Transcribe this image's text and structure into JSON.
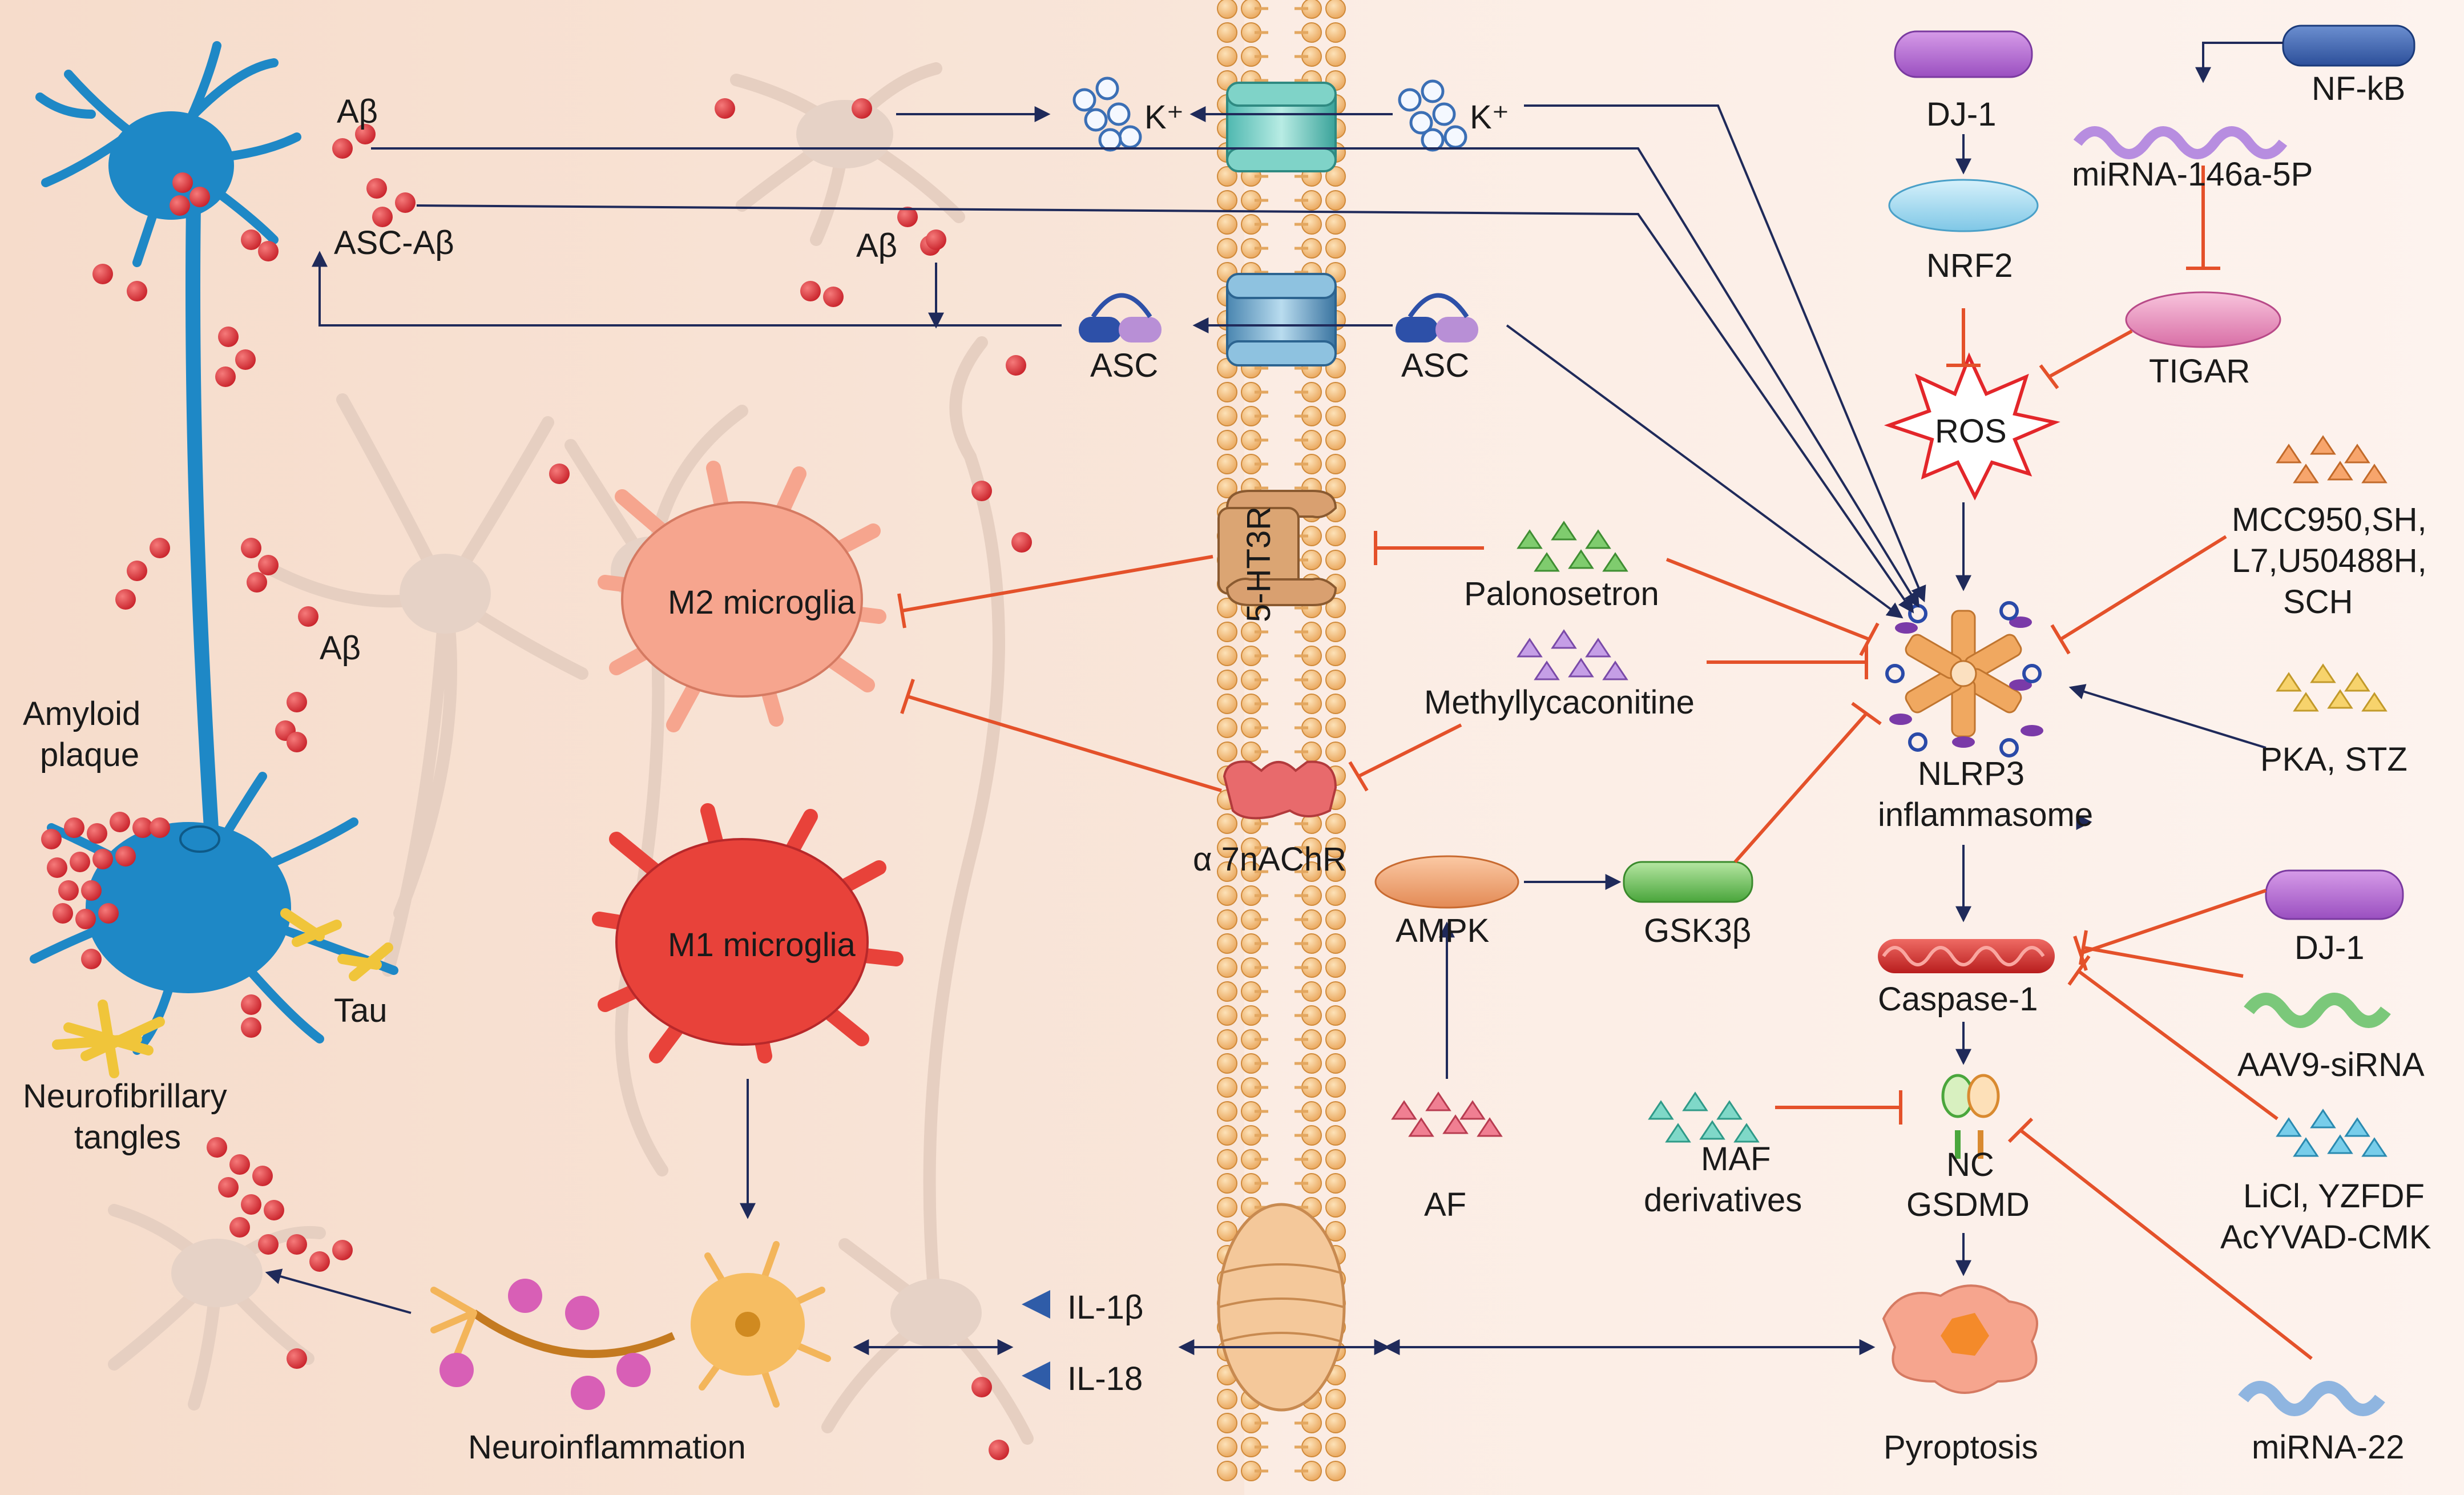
{
  "colors": {
    "background_left": "#f8e2d4",
    "background_right": "#fbeee6",
    "neuron_blue": "#1e88c6",
    "astrocyte_tan": "#e8d2c4",
    "amyloid_red": "#d8343c",
    "membrane_orange": "#f2b56b",
    "activation_arrow": "#1f2a5a",
    "inhibition_line": "#e4512a",
    "m2_microglia": "#f6a58e",
    "m1_microglia": "#e8423a",
    "caspase_red": "#d62f2f",
    "nlrp3_orange": "#f0a860"
  },
  "labels": {
    "abeta_top": "Aβ",
    "asc_abeta": "ASC-Aβ",
    "abeta_mid": "Aβ",
    "abeta_left": "Aβ",
    "amyloid_plaque": "Amyloid\nplaque",
    "tau": "Tau",
    "neurofibrillary_tangles": "Neurofibrillary\ntangles",
    "neuroinflammation": "Neuroinflammation",
    "k_left": "K⁺",
    "k_right": "K⁺",
    "asc_left": "ASC",
    "asc_right": "ASC",
    "ht3r": "5-HT3R",
    "a7nachr": "α 7nAChR",
    "m2_microglia": "M2 microglia",
    "m1_microglia": "M1 microglia",
    "il1b": "IL-1β",
    "il18": "IL-18",
    "palonosetron": "Palonosetron",
    "methyllycaconitine": "Methyllycaconitine",
    "ampk": "AMPK",
    "gsk3b": "GSK3β",
    "af": "AF",
    "maf_derivatives": "MAF\nderivatives",
    "dj1_top": "DJ-1",
    "nrf2": "NRF2",
    "nfkb": "NF-kB",
    "mirna146": "miRNA-146a-5P",
    "tigar": "TIGAR",
    "ros": "ROS",
    "mcc950": "MCC950,SH,\nL7,U50488H,\nSCH",
    "pka_stz": "PKA, STZ",
    "nlrp3": "NLRP3\ninflammasome",
    "caspase1": "Caspase-1",
    "dj1_bottom": "DJ-1",
    "aav9": "AAV9-siRNA",
    "licl": "LiCl, YZFDF\nAcYVAD-CMK",
    "nc": "NC",
    "gsdmd": "GSDMD",
    "pyroptosis": "Pyroptosis",
    "mirna22": "miRNA-22"
  }
}
